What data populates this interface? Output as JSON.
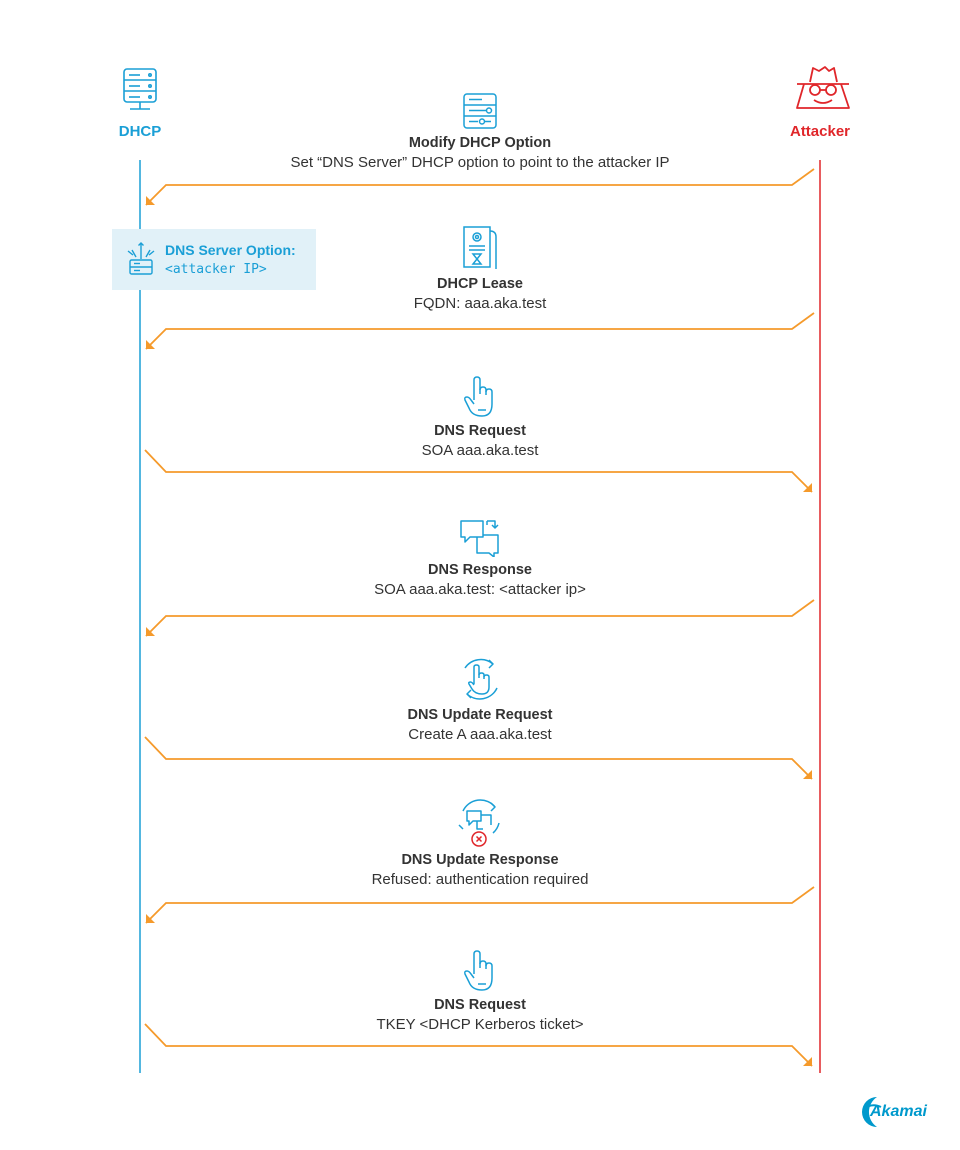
{
  "actors": {
    "dhcp": {
      "label": "DHCP",
      "color": "#1a9fd6"
    },
    "attacker": {
      "label": "Attacker",
      "color": "#e0262a"
    }
  },
  "colors": {
    "arrow": "#f59a2b",
    "icon": "#1a9fd6",
    "text": "#333333",
    "box": "#e1f1f8"
  },
  "option_box": {
    "title": "DNS Server Option:",
    "value": "<attacker IP>"
  },
  "messages": [
    {
      "title": "Modify DHCP Option",
      "subtitle": "Set “DNS Server” DHCP option to point to the attacker IP",
      "direction": "to-dhcp",
      "icon": "server-settings-icon"
    },
    {
      "title": "DHCP Lease",
      "subtitle": "FQDN: aaa.aka.test",
      "direction": "to-dhcp",
      "icon": "certificate-icon"
    },
    {
      "title": "DNS Request",
      "subtitle": "SOA aaa.aka.test",
      "direction": "to-attacker",
      "icon": "pointer-hand-icon"
    },
    {
      "title": "DNS Response",
      "subtitle": "SOA aaa.aka.test: <attacker ip>",
      "direction": "to-dhcp",
      "icon": "chat-exchange-icon"
    },
    {
      "title": "DNS Update Request",
      "subtitle": "Create A aaa.aka.test",
      "direction": "to-attacker",
      "icon": "hand-refresh-icon"
    },
    {
      "title": "DNS Update Response",
      "subtitle": "Refused: authentication required",
      "direction": "to-dhcp",
      "icon": "chat-refused-icon"
    },
    {
      "title": "DNS Request",
      "subtitle": "TKEY <DHCP Kerberos ticket>",
      "direction": "to-attacker",
      "icon": "pointer-hand-icon"
    }
  ],
  "logo": {
    "text": "Akamai"
  }
}
